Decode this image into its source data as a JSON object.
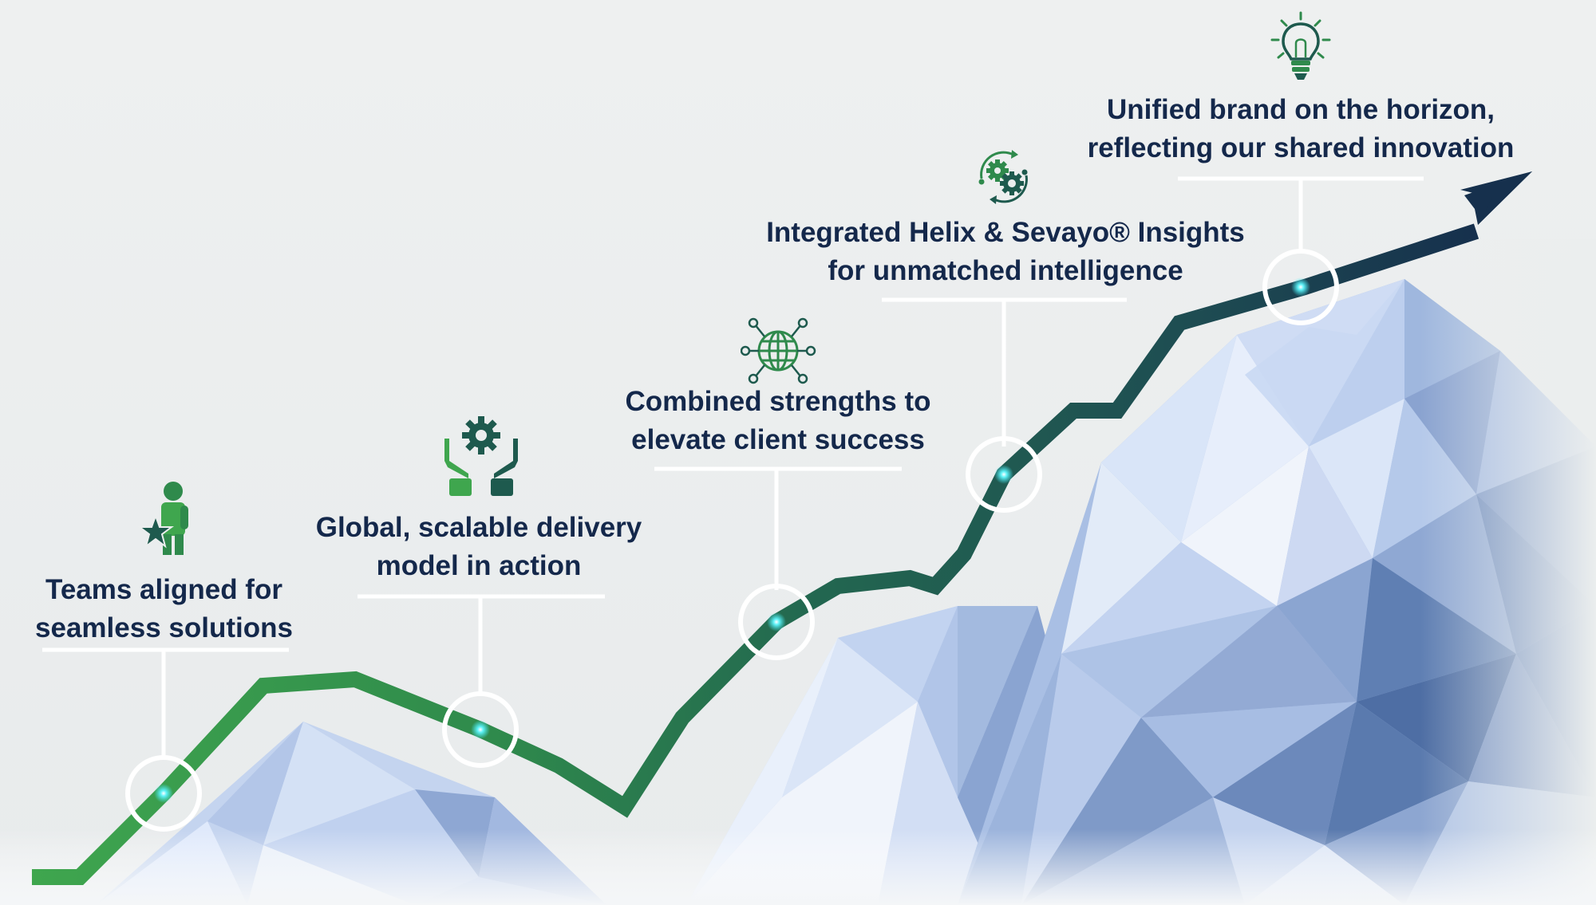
{
  "milestones": [
    {
      "id": "teams",
      "line1": "Teams aligned for",
      "line2": "seamless solutions",
      "icon": "person-star-icon"
    },
    {
      "id": "global",
      "line1": "Global, scalable delivery",
      "line2": "model in action",
      "icon": "hands-gear-icon"
    },
    {
      "id": "combined",
      "line1": "Combined strengths to",
      "line2": "elevate client success",
      "icon": "globe-network-icon"
    },
    {
      "id": "integrated",
      "line1": "Integrated Helix & Sevayo® Insights",
      "line2": "for unmatched intelligence",
      "icon": "gears-cycle-icon"
    },
    {
      "id": "unified",
      "line1": "Unified brand on the horizon,",
      "line2": "reflecting our shared innovation",
      "icon": "lightbulb-icon"
    }
  ],
  "colors": {
    "text_navy": "#14284b",
    "green": "#3a9a4a",
    "dark_green": "#1e5a4e",
    "navy_arrow": "#16304d",
    "glow": "#3ee6f0",
    "ice_light": "#dde8fa",
    "ice_mid": "#a9bfe4",
    "ice_dark": "#6f8cbd"
  }
}
